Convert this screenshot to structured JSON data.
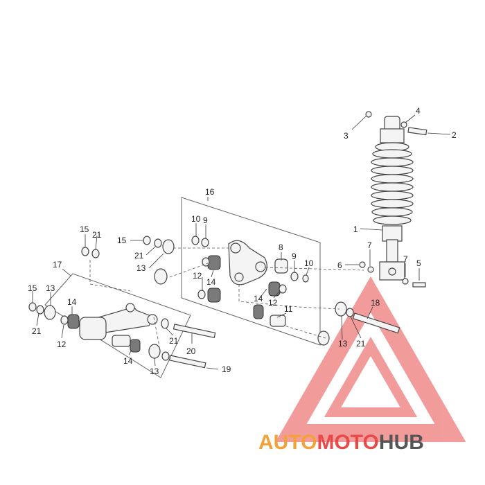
{
  "colors": {
    "background": "#ffffff",
    "line": "#444444",
    "watermark_red": "#e84a4a",
    "watermark_orange": "#f2a23a",
    "watermark_gray": "#555555"
  },
  "watermark": {
    "part1": "AUTO",
    "part2": "MOTO",
    "part3": "HUB"
  },
  "callouts": {
    "c1": "1",
    "c2": "2",
    "c3": "3",
    "c4": "4",
    "c5": "5",
    "c6": "6",
    "c7a": "7",
    "c7b": "7",
    "c8": "8",
    "c9a": "9",
    "c9b": "9",
    "c10a": "10",
    "c10b": "10",
    "c11": "11",
    "c12a": "12",
    "c12b": "12",
    "c12c": "12",
    "c13a": "13",
    "c13b": "13",
    "c13c": "13",
    "c13d": "13",
    "c14a": "14",
    "c14b": "14",
    "c14c": "14",
    "c14d": "14",
    "c15a": "15",
    "c15b": "15",
    "c15c": "15",
    "c16": "16",
    "c17": "17",
    "c18": "18",
    "c19": "19",
    "c20": "20",
    "c21a": "21",
    "c21b": "21",
    "c21c": "21",
    "c21d": "21",
    "c21e": "21"
  }
}
